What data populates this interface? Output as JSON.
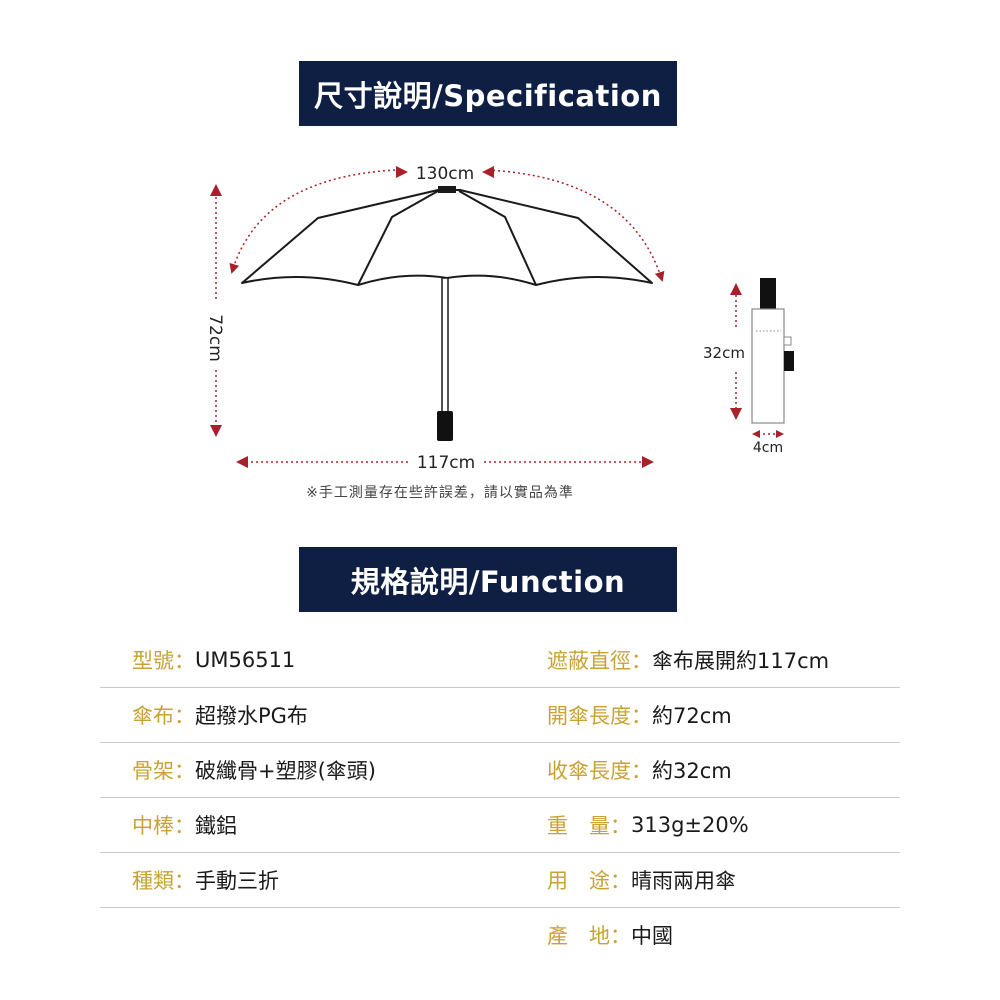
{
  "spec_section": {
    "title": "尺寸說明/Specification"
  },
  "diagram": {
    "arc_length": "130cm",
    "height": "72cm",
    "span": "117cm",
    "folded_length": "32cm",
    "folded_width": "4cm"
  },
  "note": "※手工測量存在些許誤差，請以實品為準",
  "function_section": {
    "title": "規格說明/Function"
  },
  "left_specs": [
    {
      "label": "型號：",
      "value": "UM56511"
    },
    {
      "label": "傘布：",
      "value": "超撥水PG布"
    },
    {
      "label": "骨架：",
      "value": "破纖骨+塑膠(傘頭)"
    },
    {
      "label": "中棒：",
      "value": "鐵鋁"
    },
    {
      "label": "種類：",
      "value": "手動三折"
    }
  ],
  "right_specs": [
    {
      "label": "遮蔽直徑：",
      "value": "傘布展開約117cm"
    },
    {
      "label": "開傘長度：",
      "value": "約72cm"
    },
    {
      "label": "收傘長度：",
      "value": "約32cm"
    },
    {
      "label": "重　量：",
      "value": "313g±20%"
    },
    {
      "label": "用　途：",
      "value": "晴雨兩用傘"
    },
    {
      "label": "產　地：",
      "value": "中國"
    }
  ],
  "colors": {
    "banner": "#0f1f44",
    "label": "#c9a236",
    "arrow": "#a8202a"
  }
}
